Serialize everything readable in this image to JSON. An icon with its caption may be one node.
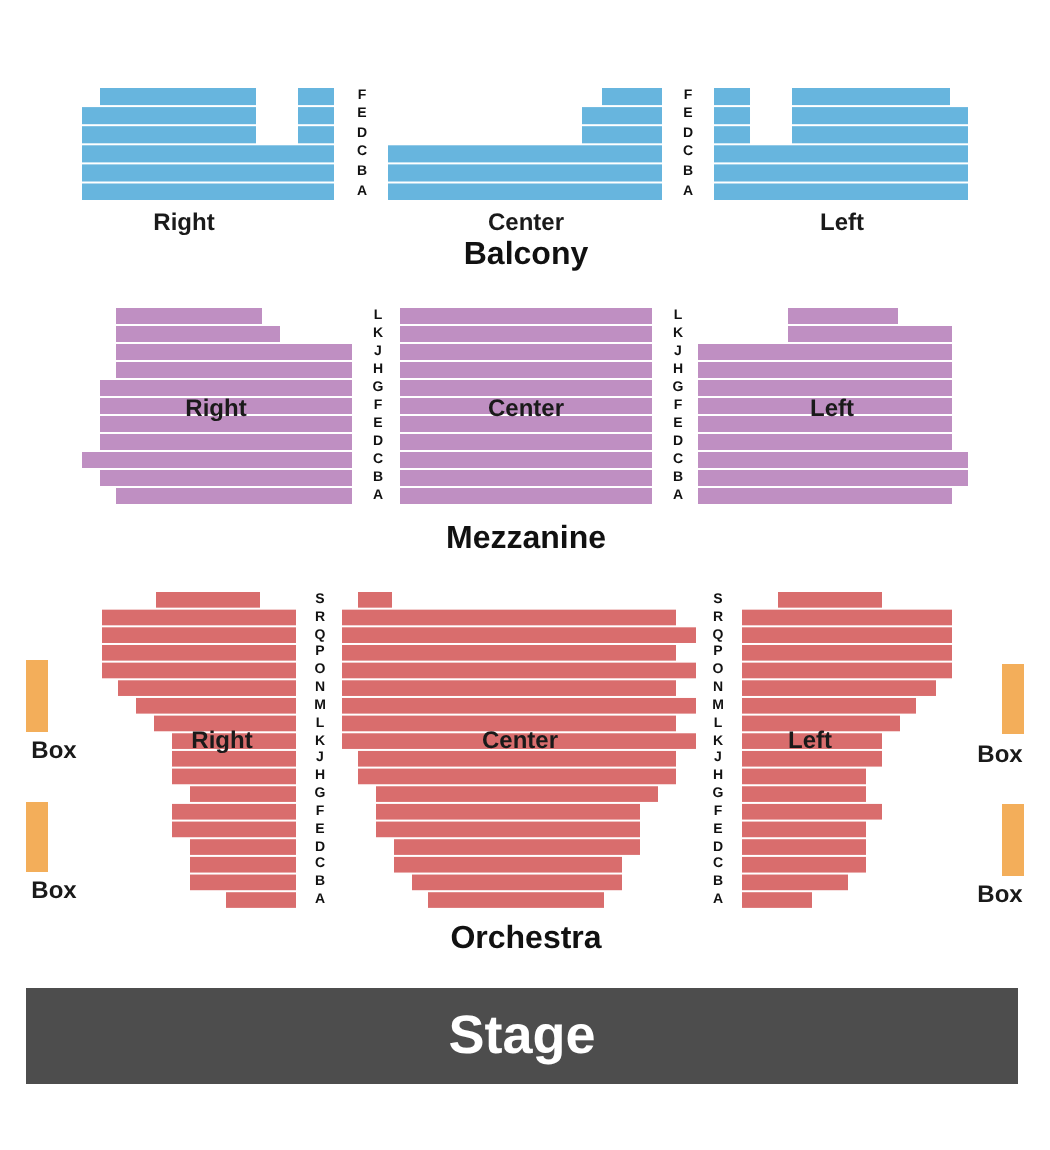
{
  "diagram": {
    "nodes": [
      {
        "text": [
          "Right"
        ]
      },
      {
        "text": [
          "Center"
        ]
      },
      {
        "text": [
          "Left"
        ]
      },
      {
        "text": [
          "Right"
        ]
      },
      {
        "text": [
          "Center"
        ]
      },
      {
        "text": [
          "Left"
        ]
      },
      {
        "text": [
          "Right"
        ]
      },
      {
        "text": [
          "Center"
        ]
      },
      {
        "text": [
          "Left"
        ]
      },
      {
        "text": [
          "Box"
        ]
      },
      {
        "text": [
          "Box"
        ]
      },
      {
        "text": [
          "Box"
        ]
      },
      {
        "text": [
          "Box"
        ]
      },
      {
        "text": [
          "Stage"
        ]
      }
    ],
    "edges": [],
    "labels": [
      "F",
      "F",
      "E",
      "E",
      "D",
      "D",
      "C",
      "C",
      "B",
      "B",
      "A",
      "A",
      "Balcony",
      "L",
      "L",
      "K",
      "K",
      "J",
      "J",
      "H",
      "H",
      "G",
      "G",
      "F",
      "F",
      "E",
      "E",
      "D",
      "D",
      "C",
      "C",
      "B",
      "B",
      "A",
      "A",
      "Mezzanine",
      "S",
      "S",
      "R",
      "R",
      "Q",
      "Q",
      "P",
      "P",
      "O",
      "O",
      "N",
      "N",
      "M",
      "M",
      "L",
      "L",
      "K",
      "K",
      "J",
      "J",
      "H",
      "H",
      "G",
      "G",
      "F",
      "F",
      "E",
      "E",
      "D",
      "D",
      "C",
      "C",
      "B",
      "B",
      "A",
      "A",
      "Orchestra"
    ]
  }
}
